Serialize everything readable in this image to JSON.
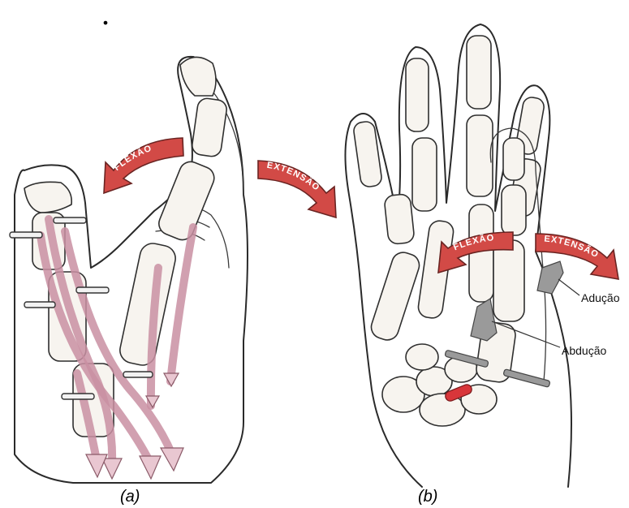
{
  "figure": {
    "top_mark": ".",
    "panel_a": {
      "caption": "(a)",
      "arrow_flexion": "FLEXÃO",
      "arrow_extension": "EXTENSÃO"
    },
    "panel_b": {
      "caption": "(b)",
      "arrow_flexion": "FLEXÃO",
      "arrow_extension": "EXTENSÃO",
      "label_adduction": "Adução",
      "label_abduction": "Abdução"
    }
  },
  "colors": {
    "arrow_red": "#d24a46",
    "tendon_pink": "#e9c7d1",
    "pin_grey": "#9a9a9a",
    "pin_red": "#d8363a"
  }
}
